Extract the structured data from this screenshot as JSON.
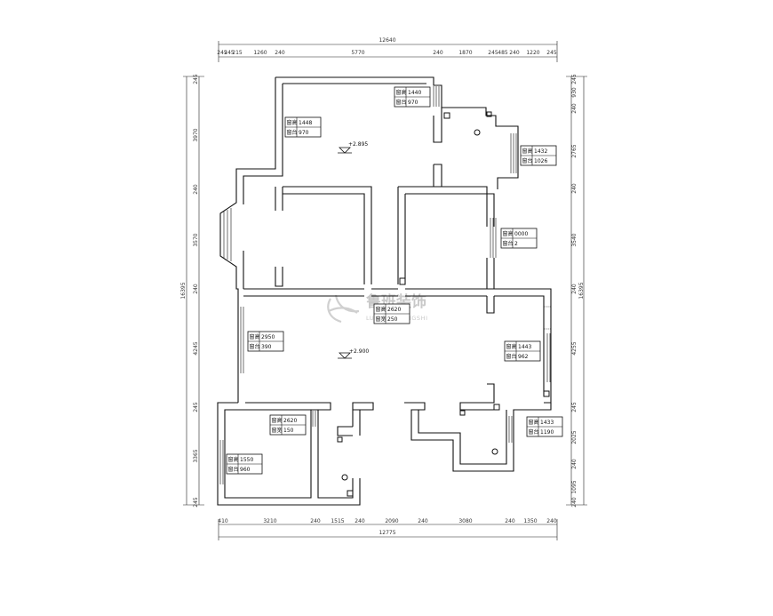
{
  "top_total": "12640",
  "top_segments": [
    "245",
    "245",
    "215",
    "1260",
    "240",
    "5770",
    "240",
    "1870",
    "245",
    "485",
    "240",
    "1220",
    "245"
  ],
  "bottom_total": "12775",
  "bottom_segments": [
    "410",
    "3210",
    "240",
    "1515",
    "240",
    "2090",
    "240",
    "3080",
    "240",
    "1350",
    "240"
  ],
  "left_total": "16395",
  "left_segments": [
    "245",
    "3970",
    "240",
    "3570",
    "240",
    "4245",
    "245",
    "3365",
    "245"
  ],
  "right_total": "16395",
  "right_segments": [
    "245",
    "930",
    "240",
    "2765",
    "240",
    "3540",
    "240",
    "4255",
    "245",
    "2025",
    "240",
    "1095",
    "240"
  ],
  "levels": [
    "+2.895",
    "+2.900"
  ],
  "window_tags": [
    {
      "k1": "窗高",
      "v1": "1440",
      "k2": "窗台",
      "v2": "970"
    },
    {
      "k1": "窗高",
      "v1": "1448",
      "k2": "窗台",
      "v2": "970"
    },
    {
      "k1": "窗高",
      "v1": "1432",
      "k2": "窗台",
      "v2": "1026"
    },
    {
      "k1": "窗高",
      "v1": "0000",
      "k2": "窗台",
      "v2": "2"
    },
    {
      "k1": "窗高",
      "v1": "2620",
      "k2": "窗宽",
      "v2": "250"
    },
    {
      "k1": "窗高",
      "v1": "2950",
      "k2": "窗台",
      "v2": "390"
    },
    {
      "k1": "窗高",
      "v1": "1443",
      "k2": "窗台",
      "v2": "962"
    },
    {
      "k1": "窗高",
      "v1": "1433",
      "k2": "窗台",
      "v2": "1190"
    },
    {
      "k1": "窗高",
      "v1": "2620",
      "k2": "窗宽",
      "v2": "150"
    },
    {
      "k1": "窗高",
      "v1": "1550",
      "k2": "窗台",
      "v2": "960"
    }
  ],
  "watermark": {
    "cn": "鲁班装饰",
    "en": "LUBANZHUANGSHI"
  }
}
